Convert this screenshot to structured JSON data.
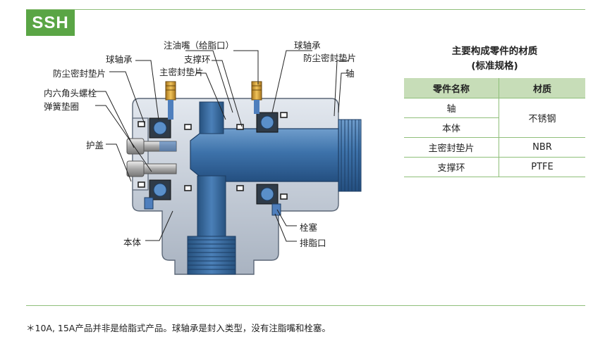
{
  "badge": "SSH",
  "labels": {
    "grease_nipple": "注油嘴（给脂口）",
    "ball_bearing_top_right": "球轴承",
    "dust_seal_right": "防尘密封垫片",
    "ball_bearing_left": "球轴承",
    "support_ring": "支撑环",
    "dust_seal_left": "防尘密封垫片",
    "main_seal": "主密封垫片",
    "shaft": "轴",
    "hex_bolt": "内六角头螺栓",
    "spring_washer": "弹簧垫圈",
    "cover": "护盖",
    "body": "本体",
    "plug": "栓塞",
    "drain": "排脂口"
  },
  "materials": {
    "title_line1": "主要构成零件的材质",
    "title_line2": "(标准规格)",
    "headers": [
      "零件名称",
      "材质"
    ],
    "rows": [
      {
        "part1": "轴",
        "part2": "本体",
        "material": "不锈钢"
      },
      {
        "part1": "主密封垫片",
        "material": "NBR"
      },
      {
        "part1": "支撑环",
        "material": "PTFE"
      }
    ]
  },
  "footnote": "＊10A, 15A产品并非是给脂式产品。球轴承是封入类型，没有注脂嘴和栓塞。",
  "colors": {
    "accent": "#5aa545",
    "table_header": "#c7ddb8",
    "metal": "#3f77b0"
  }
}
